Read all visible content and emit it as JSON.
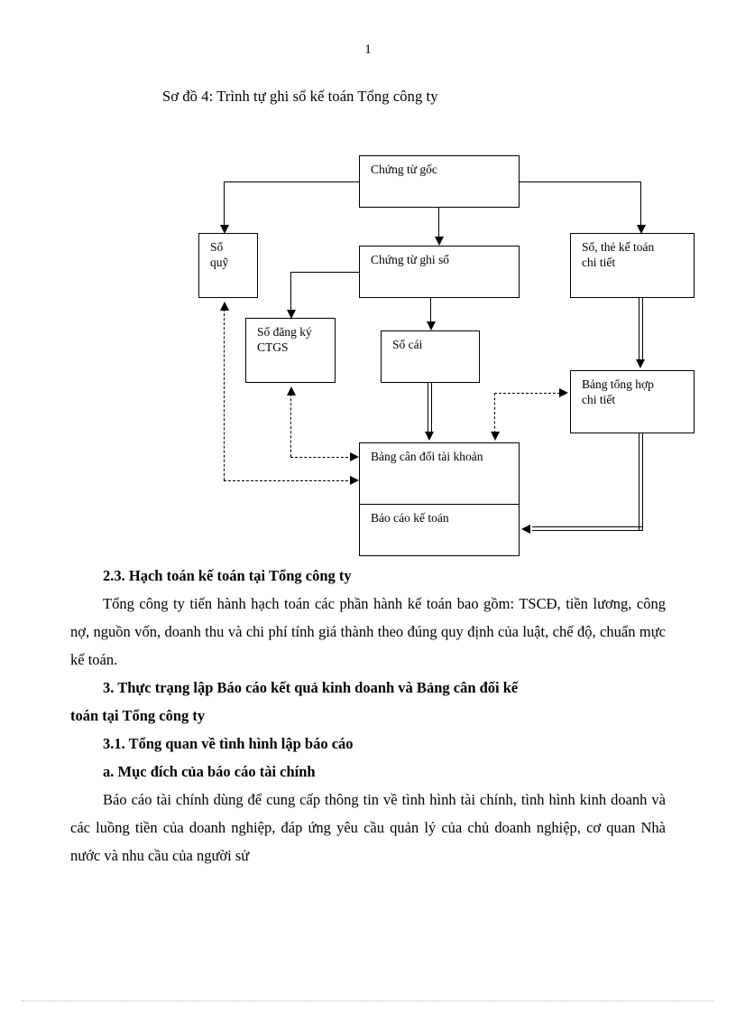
{
  "page": {
    "number": "1",
    "figure_title": "Sơ đồ 4: Trình tự ghi sổ kế toán Tổng công ty"
  },
  "diagram": {
    "name": "accounting-bookkeeping-flowchart",
    "nodes": {
      "chung_tu_goc": {
        "label": "Chứng từ gốc"
      },
      "so_quy": {
        "line1": "Sổ",
        "line2": "quỹ"
      },
      "chung_tu_ghi_so": {
        "label": "Chứng từ ghi sổ"
      },
      "so_the_ke_toan_chi_tiet": {
        "line1": "Sổ, thẻ kế toán",
        "line2": "chi tiết"
      },
      "so_dang_ky_ctgs": {
        "line1": "Sổ đăng ký",
        "line2": "CTGS"
      },
      "so_cai": {
        "label": "Sổ cái"
      },
      "bang_tong_hop_chi_tiet": {
        "line1": "Bảng tổng hợp",
        "line2": "chi tiết"
      },
      "bang_can_doi_tai_khoan": {
        "label": "Bảng cân đối tài khoản"
      },
      "bao_cao_ke_toan": {
        "label": "Báo cáo kế toán"
      }
    }
  },
  "content": {
    "heading_2_3": "2.3. Hạch toán kế toán tại Tổng công ty",
    "para_1": "Tổng công ty tiến hành hạch toán các phần hành kế toán bao gồm: TSCĐ, tiền lương, công nợ, nguồn vốn, doanh thu và chi phí tính giá thành theo đúng quy định của luật, chế độ, chuẩn mực kế toán.",
    "heading_3_line1": "3. Thực trạng lập Báo cáo kết quả kinh doanh và Bảng cân đối kế",
    "heading_3_line2": "toán tại Tổng công ty",
    "heading_3_1": "3.1. Tổng quan về tình hình lập báo cáo",
    "heading_a": "a. Mục đích của báo cáo tài chính",
    "para_2": "Báo cáo tài chính dùng để cung cấp thông tin về tình hình tài chính, tình hình kinh doanh và các luồng tiền của doanh nghiệp, đáp ứng yêu cầu quản lý của chủ doanh nghiệp, cơ quan Nhà nước và nhu cầu của người sử"
  }
}
